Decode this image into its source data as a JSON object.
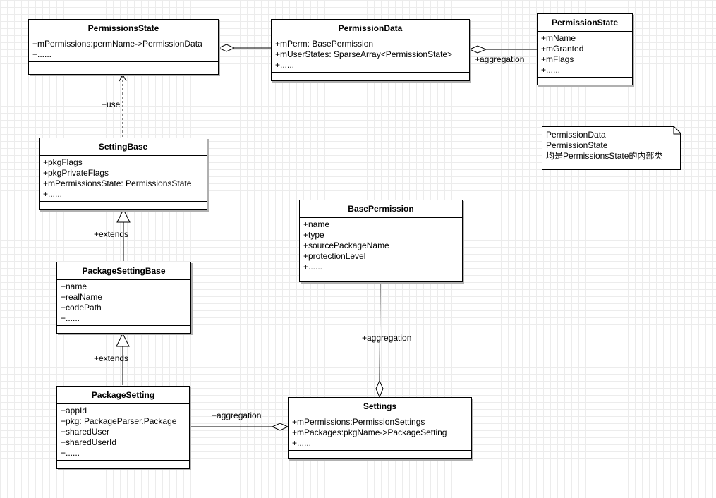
{
  "classes": {
    "permissions_state": {
      "title": "PermissionsState",
      "attrs": [
        "+mPermissions:permName->PermissionData",
        "+......"
      ]
    },
    "permission_data": {
      "title": "PermissionData",
      "attrs": [
        "+mPerm: BasePermission",
        "+mUserStates: SparseArray<PermissionState>",
        "+......"
      ]
    },
    "permission_state": {
      "title": "PermissionState",
      "attrs": [
        "+mName",
        "+mGranted",
        "+mFlags",
        "+......"
      ]
    },
    "setting_base": {
      "title": "SettingBase",
      "attrs": [
        "+pkgFlags",
        "+pkgPrivateFlags",
        "+mPermissionsState: PermissionsState",
        "+......"
      ]
    },
    "base_permission": {
      "title": "BasePermission",
      "attrs": [
        "+name",
        "+type",
        "+sourcePackageName",
        "+protectionLevel",
        "+......"
      ]
    },
    "package_setting_base": {
      "title": "PackageSettingBase",
      "attrs": [
        "+name",
        "+realName",
        "+codePath",
        "+......"
      ]
    },
    "package_setting": {
      "title": "PackageSetting",
      "attrs": [
        "+appId",
        "+pkg: PackageParser.Package",
        "+sharedUser",
        "+sharedUserId",
        "+......"
      ]
    },
    "settings": {
      "title": "Settings",
      "attrs": [
        "+mPermissions:PermissionSettings",
        "+mPackages:pkgName->PackageSetting",
        "+......"
      ]
    }
  },
  "note": {
    "lines": [
      "PermissionData",
      "PermissionState",
      "均是PermissionsState的内部类"
    ]
  },
  "labels": {
    "use": "+use",
    "extends1": "+extends",
    "extends2": "+extends",
    "aggregation_top": "+aggregation",
    "aggregation_mid": "+aggregation",
    "aggregation_bottom": "+aggregation"
  }
}
